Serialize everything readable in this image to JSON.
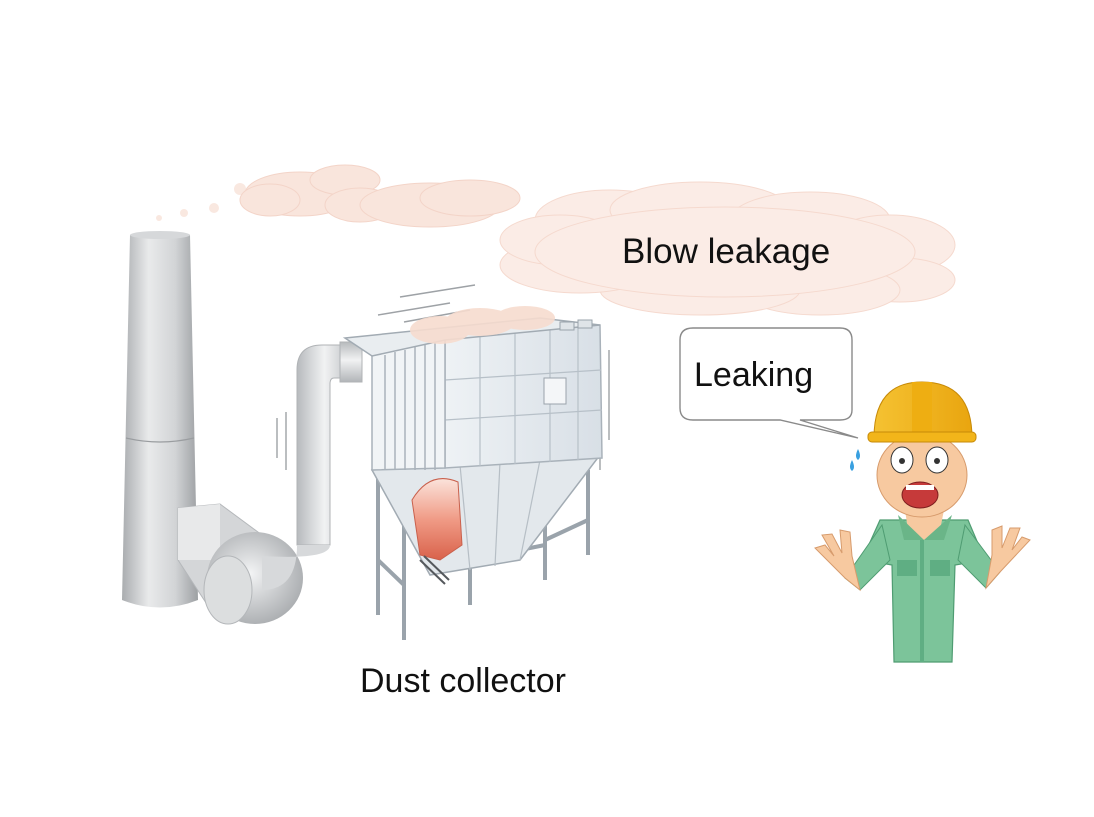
{
  "labels": {
    "blow_leakage": "Blow leakage",
    "leaking": "Leaking",
    "dust_collector": "Dust collector"
  },
  "colors": {
    "smoke": "#f8e0d6",
    "steel": "#c9ccd0",
    "dust": "#e98d7a",
    "helmet": "#f2b51a",
    "uniform": "#7cc49a",
    "skin": "#f7c9a0"
  }
}
